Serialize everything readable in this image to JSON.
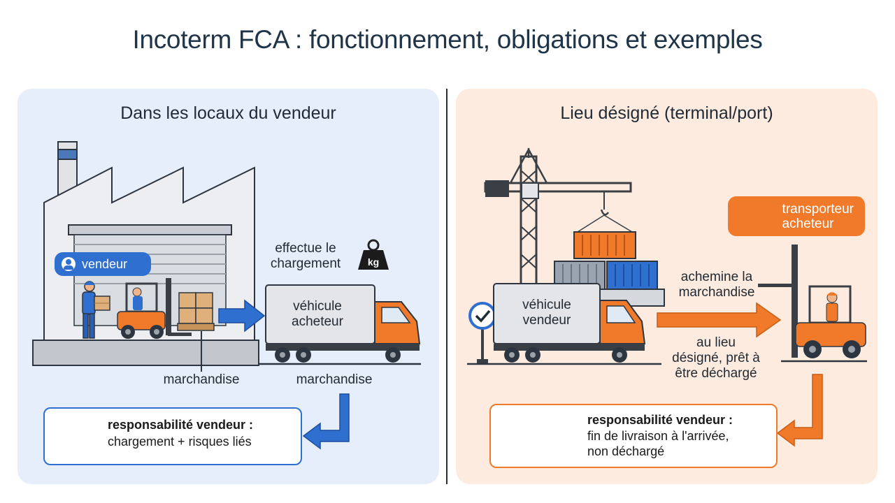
{
  "title": "Incoterm FCA : fonctionnement, obligations et exemples",
  "left": {
    "heading": "Dans les locaux du vendeur",
    "badge": "vendeur",
    "loading_label_1": "effectue le",
    "loading_label_2": "chargement",
    "weight_label": "kg",
    "vehicle_label_1": "véhicule",
    "vehicle_label_2": "acheteur",
    "goods_label": "marchandise",
    "goods_label_2": "marchandise",
    "resp_title": "responsabilité vendeur :",
    "resp_text": "chargement + risques liés"
  },
  "right": {
    "heading": "Lieu désigné (terminal/port)",
    "carrier_1": "transporteur",
    "carrier_2": "acheteur",
    "route_label_1": "achemine la",
    "route_label_2": "marchandise",
    "vehicle_label_1": "véhicule",
    "vehicle_label_2": "vendeur",
    "place_label_1": "au lieu",
    "place_label_2": "désigné, prêt à",
    "place_label_3": "être déchargé",
    "resp_title": "responsabilité vendeur :",
    "resp_text_1": "fin de livraison à l'arrivée,",
    "resp_text_2": "non déchargé"
  },
  "colors": {
    "blue_accent": "#2e6fd0",
    "orange_accent": "#f07a2a",
    "left_bg": "#e5eefa",
    "right_bg": "#fdebdf"
  }
}
